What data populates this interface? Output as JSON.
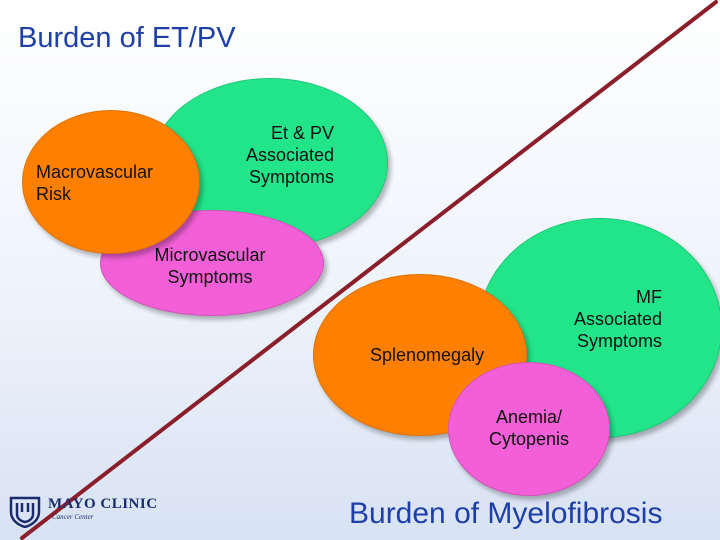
{
  "slide": {
    "title": "Burden of ET/PV",
    "bottom_title": "Burden of Myelofibrosis"
  },
  "et_pv": {
    "macrovascular": "Macrovascular\nRisk",
    "associated": "Et & PV\nAssociated\nSymptoms",
    "microvascular": "Microvascular\nSymptoms"
  },
  "mf": {
    "associated": "MF\nAssociated\nSymptoms",
    "splenomegaly": "Splenomegaly",
    "anemia": "Anemia/\nCytopenis"
  },
  "logo": {
    "name": "MAYO CLINIC",
    "sub": "Cancer Center"
  },
  "colors": {
    "green": "#22e58a",
    "orange": "#ff8000",
    "pink": "#f25fd6",
    "diagonal": "#8b1e2b",
    "title_blue": "#1f3fa8"
  }
}
